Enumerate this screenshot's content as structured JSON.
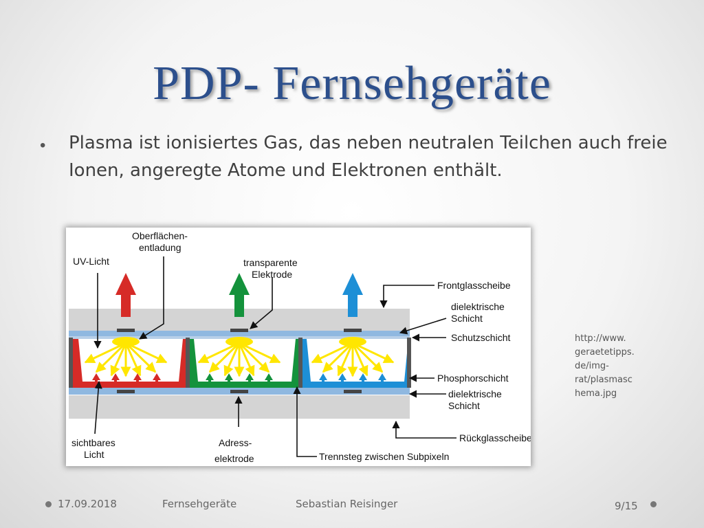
{
  "slide": {
    "title": "PDP- Fernsehgeräte",
    "bullet": "Plasma ist ionisiertes Gas, das neben neutralen Teilchen auch freie Ionen, angeregte Atome und Elektronen enthält.",
    "source": "http://www.\ngeraetetipps.\nde/img-\nrat/plasmasc\nhema.jpg"
  },
  "diagram": {
    "labels": {
      "oberflaechen_1": "Oberflächen-",
      "oberflaechen_2": "entladung",
      "uv": "UV-Licht",
      "transparent_1": "transparente",
      "transparent_2": "Elektrode",
      "frontglas": "Frontglasscheibe",
      "diel_top_1": "dielektrische",
      "diel_top_2": "Schicht",
      "schutz": "Schutzschicht",
      "phosphor": "Phosphorschicht",
      "diel_bot_1": "dielektrische",
      "diel_bot_2": "Schicht",
      "rueckglas": "Rückglasscheibe",
      "sichtbar_1": "sichtbares",
      "sichtbar_2": "Licht",
      "adress_1": "Adress-",
      "adress_2": "elektrode",
      "trennsteg": "Trennsteg zwischen Subpixeln"
    },
    "colors": {
      "red": "#d62b27",
      "green": "#14923c",
      "blue": "#1d8fd6",
      "yellow": "#ffe600",
      "glass": "#d4d4d4",
      "layer": "#8fb8e0"
    }
  },
  "footer": {
    "date": "17.09.2018",
    "topic": "Fernsehgeräte",
    "author": "Sebastian Reisinger",
    "page": "9/15"
  }
}
